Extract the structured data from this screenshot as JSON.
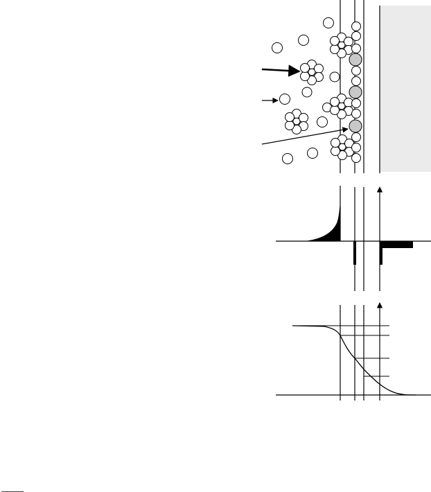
{
  "figure": {
    "title": "",
    "labels": [],
    "colors": {
      "line": "#000000",
      "fill_black": "#000000",
      "adsorbed_gray": "#c8c8c8",
      "solid_phase_shade": "#ebebeb",
      "background": "#ffffff"
    },
    "icons": [
      "ion-circle",
      "hydrated-ion-cluster",
      "adsorbed-ion-circle",
      "pointer-arrow",
      "axis-arrow"
    ]
  }
}
